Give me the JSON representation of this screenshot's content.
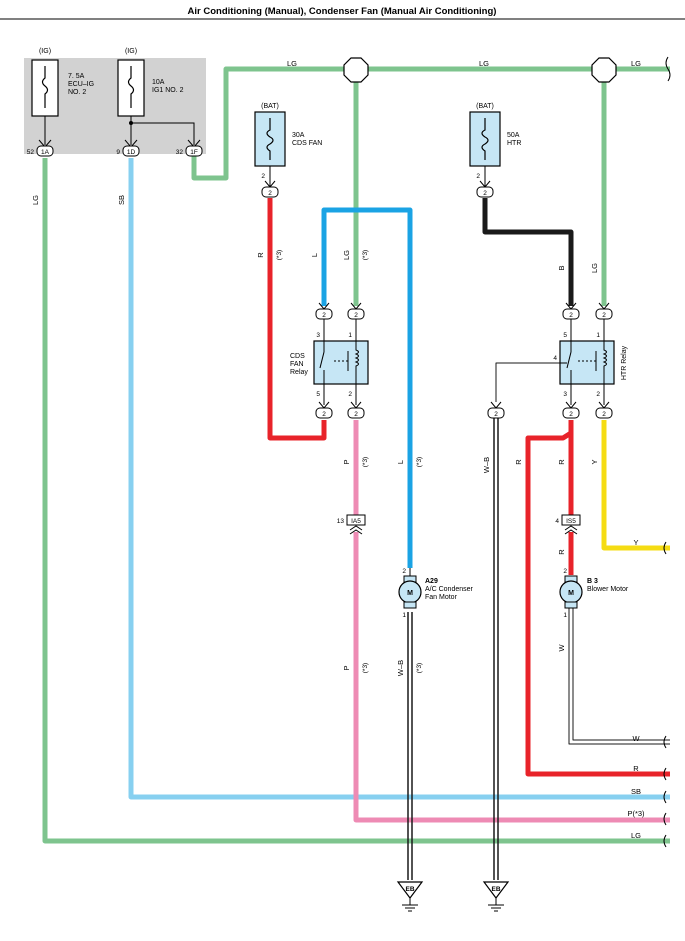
{
  "title": "Air Conditioning (Manual), Condenser Fan (Manual Air Conditioning)",
  "colors": {
    "LG": "#7ec48e",
    "SB": "#87d0f0",
    "L": "#1aa3e4",
    "R": "#e8232a",
    "P": "#ee8bb4",
    "B": "#1a1a1a",
    "Y": "#f5dc13",
    "W-B": "#1a1a1a",
    "W": "#ffffff",
    "component_fill": "#c6e6f5",
    "ig_panel": "#d2d2d2"
  },
  "fuse_panel": {
    "ig_left": "(IG)",
    "ig_right": "(IG)",
    "fuse1": [
      "7. 5A",
      "ECU–IG",
      "NO. 2"
    ],
    "fuse2": [
      "10A",
      "IG1 NO. 2"
    ]
  },
  "connectors": {
    "c1": {
      "pin": "52",
      "id": "1A"
    },
    "c2": {
      "pin": "9",
      "id": "1D"
    },
    "c3": {
      "pin": "32",
      "id": "1F"
    }
  },
  "fuse_cds": {
    "supply": "(BAT)",
    "rating": "30A",
    "name": "CDS FAN",
    "pin": "2"
  },
  "fuse_htr": {
    "supply": "(BAT)",
    "rating": "50A",
    "name": "HTR",
    "pin": "2"
  },
  "pin2": "2",
  "cds_relay": {
    "lines": [
      "CDS",
      "FAN",
      "Relay"
    ],
    "pin3": "3",
    "pin1": "1",
    "pin5": "5",
    "pin2": "2"
  },
  "htr_relay": {
    "name": "HTR Relay",
    "pin5": "5",
    "pin1": "1",
    "pin4": "4",
    "pin3": "3",
    "pin2": "2"
  },
  "splices": {
    "ia5": {
      "pin": "13",
      "id": "IA5"
    },
    "is5": {
      "pin": "4",
      "id": "IS5"
    }
  },
  "motor_a29": {
    "code": "A29",
    "lines": [
      "A/C Condenser",
      "Fan Motor"
    ],
    "pin_top": "2",
    "pin_bottom": "1",
    "symbol": "M"
  },
  "motor_b3": {
    "code": "B 3",
    "name": "Blower Motor",
    "pin_top": "2",
    "pin_bottom": "1",
    "symbol": "M"
  },
  "ground": "EB",
  "wire_labels": {
    "lg": "LG",
    "sb": "SB",
    "r": "R",
    "l": "L",
    "p": "P",
    "b": "B",
    "y": "Y",
    "w": "W",
    "wb": "W–B",
    "note": "(*3)",
    "p_note": "P(*3)"
  }
}
